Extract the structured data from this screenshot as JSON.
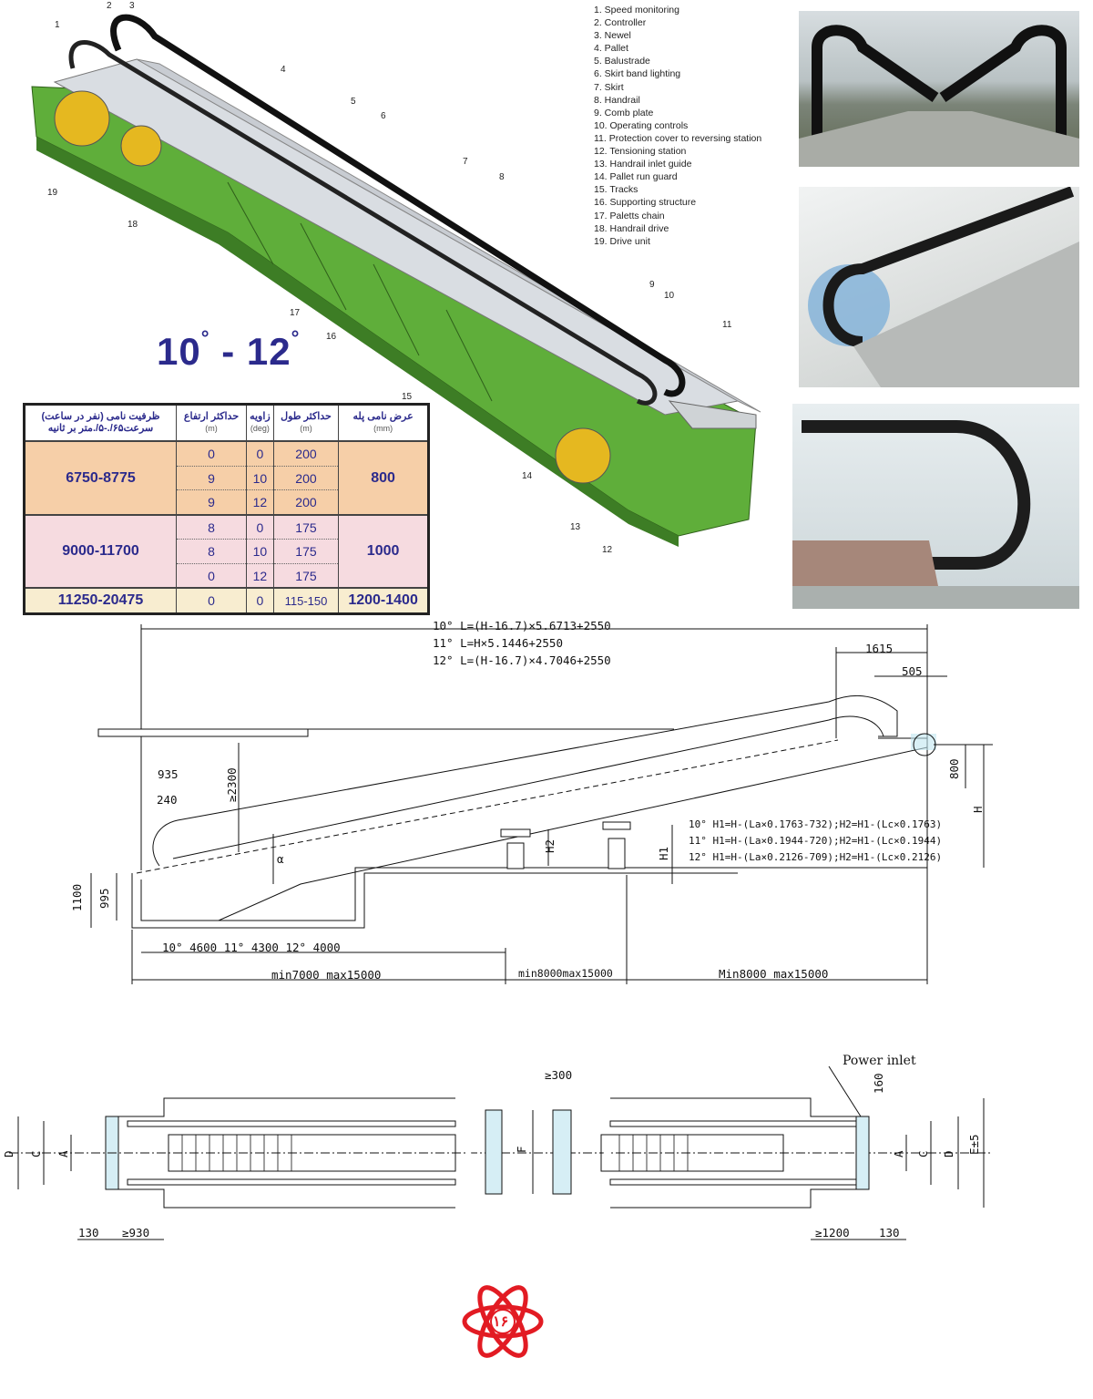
{
  "parts_list": [
    "1. Speed monitoring",
    "2. Controller",
    "3. Newel",
    "4. Pallet",
    "5. Balustrade",
    "6. Skirt band lighting",
    "7. Skirt",
    "8. Handrail",
    "9. Comb plate",
    "10. Operating controls",
    "11. Protection cover to reversing station",
    "12. Tensioning station",
    "13. Handrail inlet guide",
    "14. Pallet run guard",
    "15. Tracks",
    "16. Supporting structure",
    "17. Paletts chain",
    "18. Handrail drive",
    "19. Drive unit"
  ],
  "callouts": [
    "1",
    "2",
    "3",
    "4",
    "5",
    "6",
    "7",
    "8",
    "9",
    "10",
    "11",
    "12",
    "13",
    "14",
    "15",
    "16",
    "17",
    "18",
    "19"
  ],
  "angle_title": {
    "from": "10",
    "dash": "-",
    "to": "12",
    "degree": "°"
  },
  "table": {
    "headers": [
      {
        "title": "ظرفیت نامی (نفر در ساعت)",
        "sub": "سرعت۶۵/.-۵/.متر بر ثانیه"
      },
      {
        "title": "حداکثر ارتفاع",
        "sub": "(m)"
      },
      {
        "title": "زاویه",
        "sub": "(deg)"
      },
      {
        "title": "حداکثر طول",
        "sub": "(m)"
      },
      {
        "title": "عرض نامی پله",
        "sub": "(mm)"
      }
    ],
    "groups": [
      {
        "capacity": "6750-8775",
        "width": "800",
        "rows": [
          [
            "0",
            "0",
            "200"
          ],
          [
            "9",
            "10",
            "200"
          ],
          [
            "9",
            "12",
            "200"
          ]
        ]
      },
      {
        "capacity": "9000-11700",
        "width": "1000",
        "rows": [
          [
            "8",
            "0",
            "175"
          ],
          [
            "8",
            "10",
            "175"
          ],
          [
            "0",
            "12",
            "175"
          ]
        ]
      },
      {
        "capacity": "11250-20475",
        "width": "1200-1400",
        "rows": [
          [
            "0",
            "0",
            "115-150"
          ]
        ]
      }
    ]
  },
  "elevation": {
    "length_formulas": [
      "10°   L=(H-16.7)×5.6713+2550",
      "11°   L=H×5.1446+2550",
      "12°   L=(H-16.7)×4.7046+2550"
    ],
    "height_formulas": [
      "10° H1=H-(La×0.1763-732);H2=H1-(Lc×0.1763)",
      "11° H1=H-(La×0.1944-720);H2=H1-(Lc×0.1944)",
      "12° H1=H-(La×0.2126-709);H2=H1-(Lc×0.2126)"
    ],
    "dims": {
      "d1615": "1615",
      "d505": "505",
      "d800": "800",
      "H": "H",
      "d2300": "≥2300",
      "d935": "935",
      "d240": "240",
      "alpha": "α",
      "H2": "H2",
      "H1": "H1",
      "d1100": "1100",
      "d995": "995",
      "pit": "10° 4600 11° 4300 12° 4000",
      "span1": "min7000 max15000",
      "span2": "min8000max15000",
      "span3": "Min8000 max15000"
    }
  },
  "plan": {
    "power_inlet": "Power inlet",
    "d300": "≥300",
    "d160": "160",
    "D": "D",
    "C": "C",
    "A": "A",
    "F": "F",
    "E": "E±5",
    "d130a": "130",
    "d930": "≥930",
    "d1200": "≥1200",
    "d130b": "130"
  },
  "logo": {
    "text": "۱۶"
  },
  "colors": {
    "accent": "#2b2a8c",
    "structure": "#5fae3a",
    "logo": "#e21b23"
  }
}
